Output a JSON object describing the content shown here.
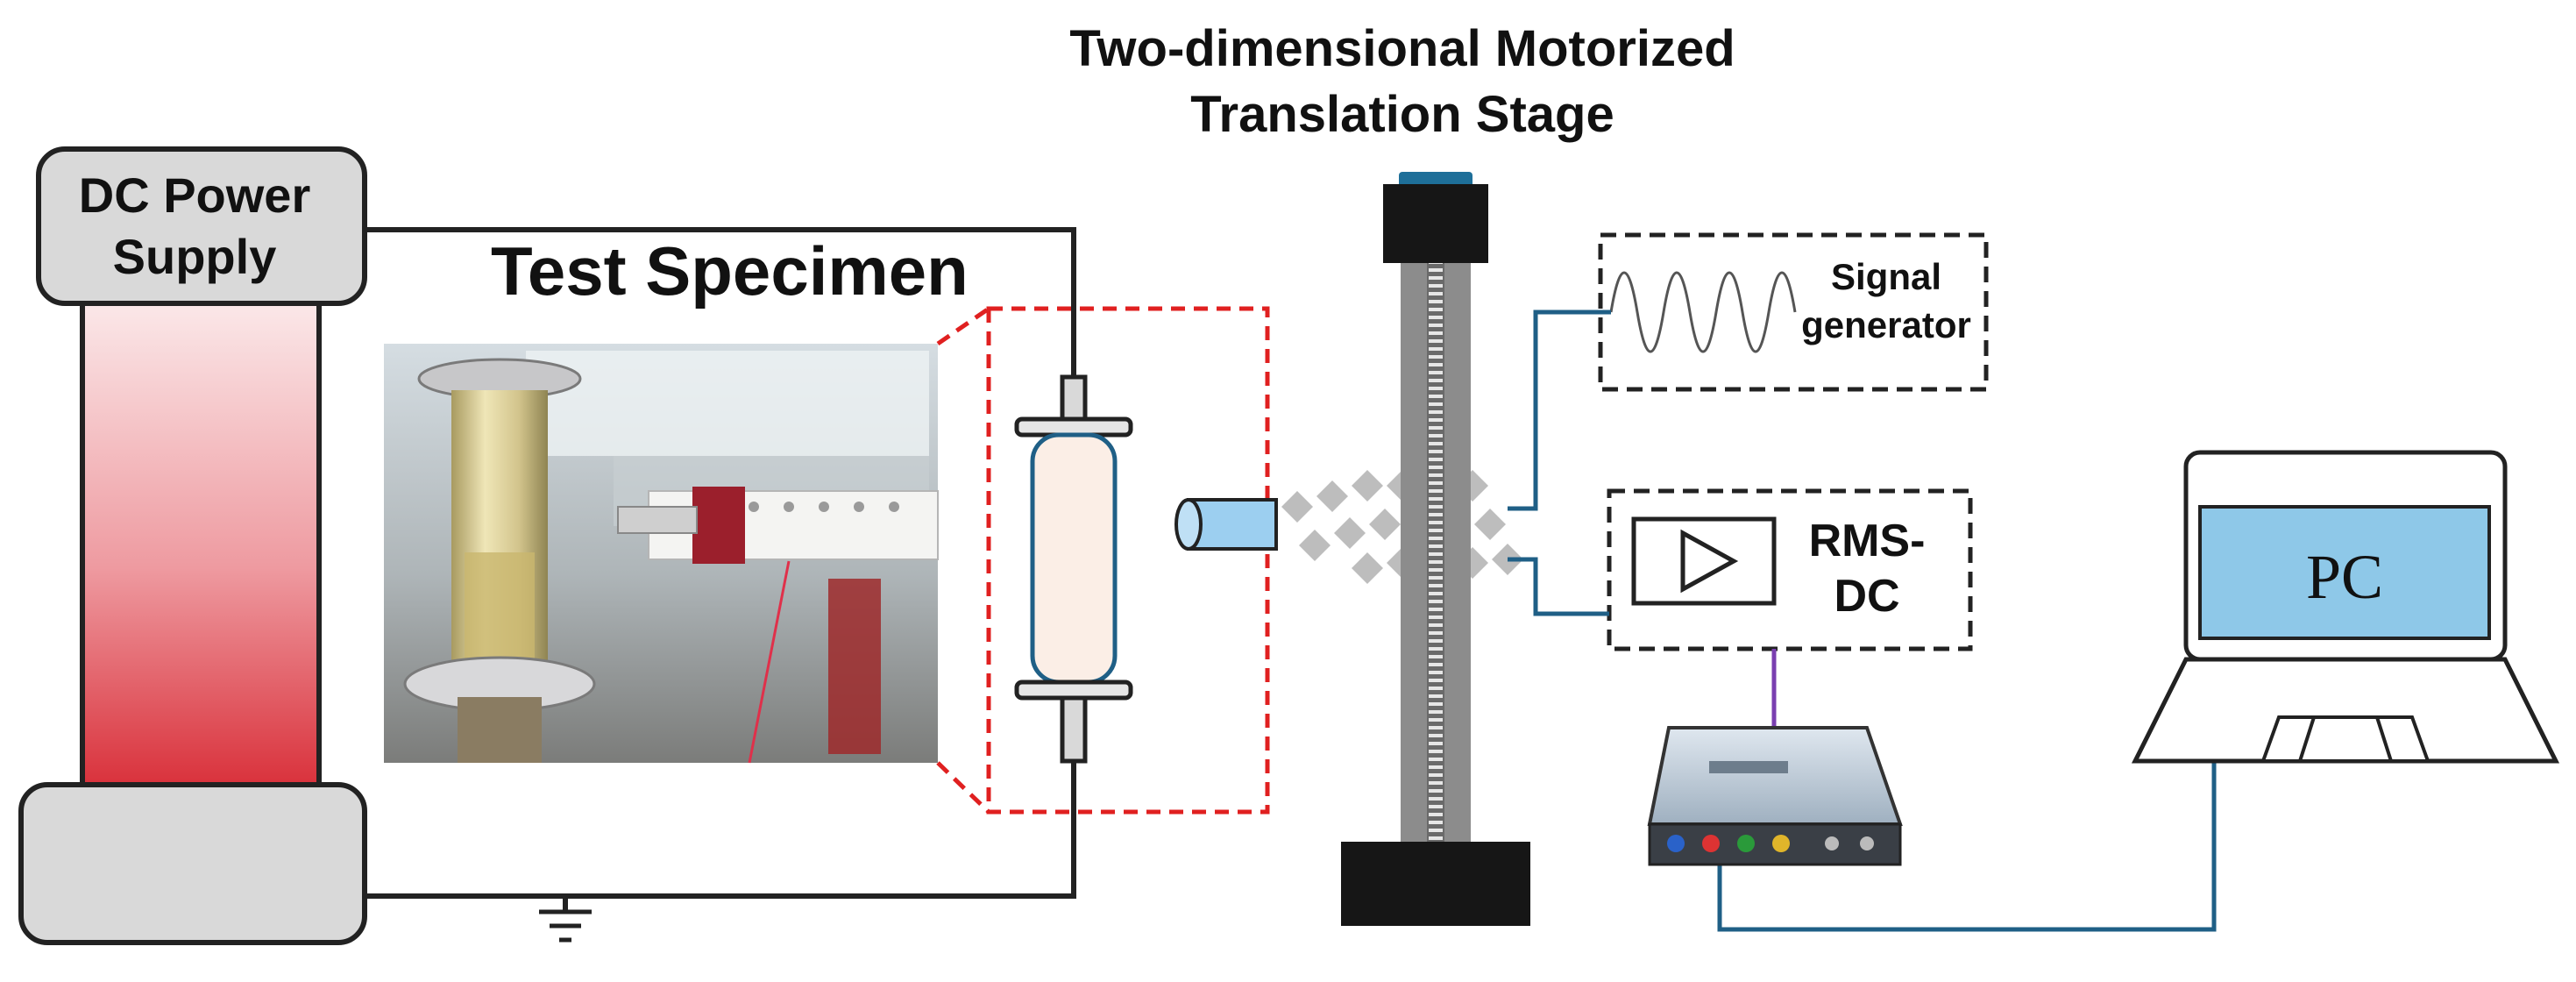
{
  "labels": {
    "power_supply": [
      "DC Power",
      "Supply"
    ],
    "test_specimen": "Test Specimen",
    "stage": [
      "Two-dimensional Motorized",
      "Translation Stage"
    ],
    "signal_generator": [
      "Signal",
      "generator"
    ],
    "rms_dc": [
      "RMS-",
      "DC"
    ],
    "pc": "PC"
  },
  "icons": [
    "ground-icon",
    "amplifier-icon",
    "sine-wave-icon",
    "laptop-icon",
    "oscilloscope-icon",
    "photo-test-specimen"
  ],
  "colors": {
    "wire_black": "#222222",
    "wire_blue": "#1f5f86",
    "wire_purple": "#7a3fb0",
    "zoom_frame_red": "#e02020",
    "pc_screen": "#8ec8e8",
    "box_gray": "#d9d9d9",
    "column_red": "#d9303a"
  }
}
